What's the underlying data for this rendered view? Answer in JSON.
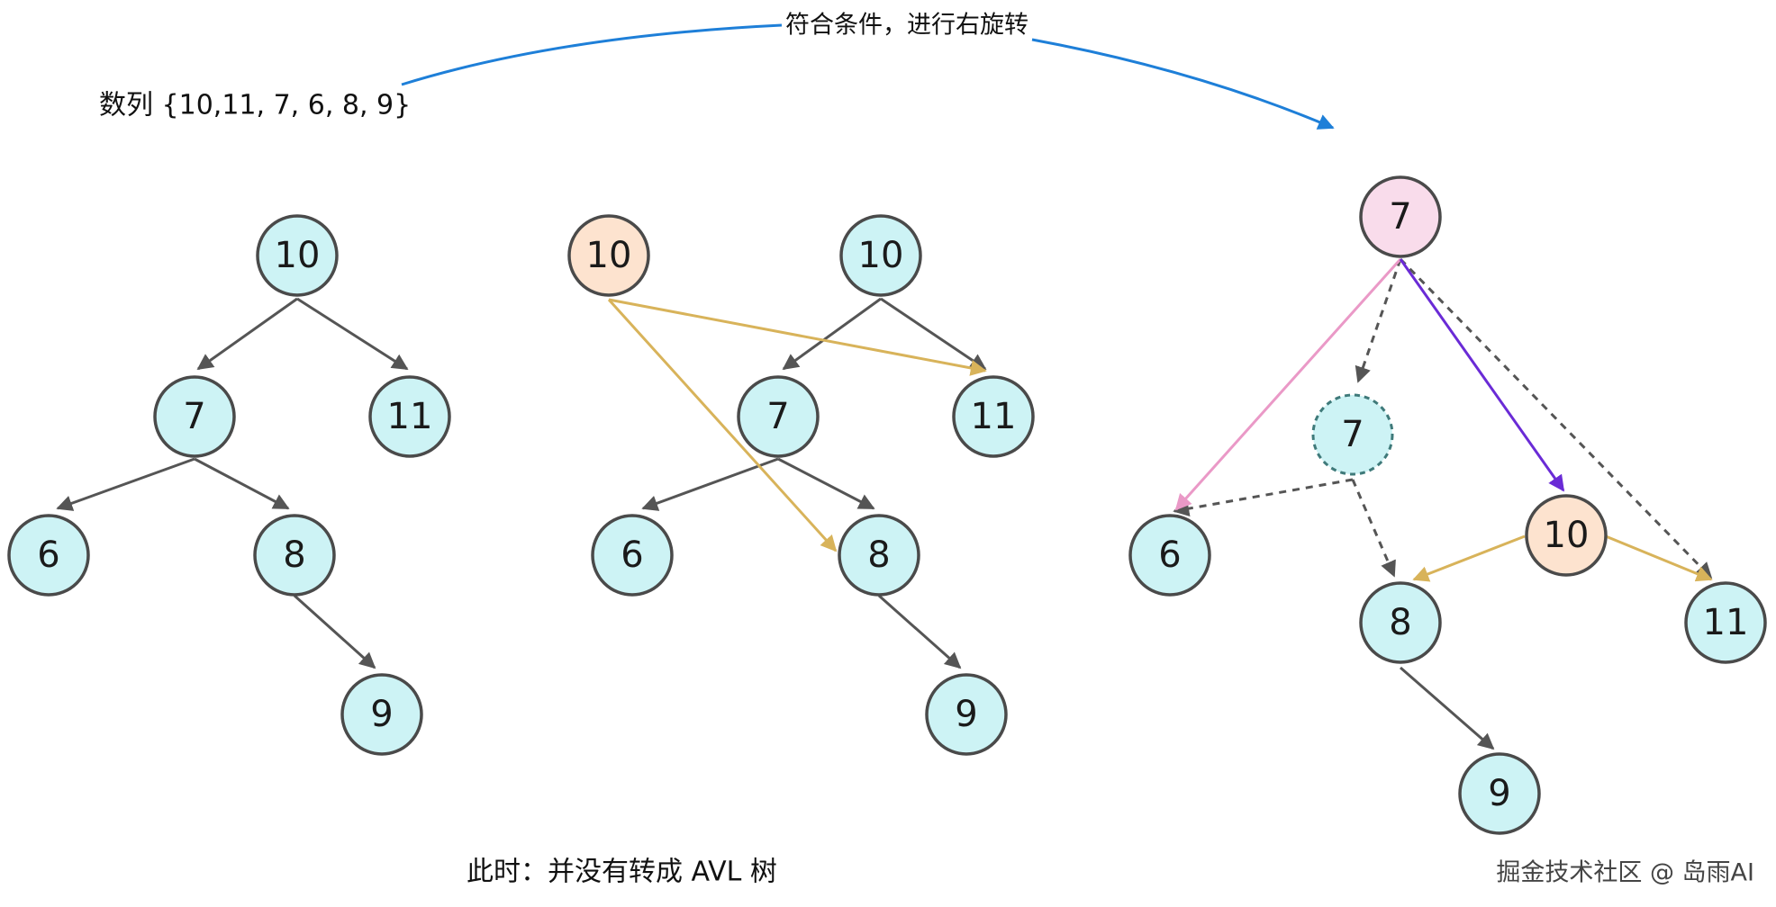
{
  "texts": {
    "sequence_label": "数列 {10,11, 7, 6, 8, 9}",
    "rotation_label": "符合条件，进行右旋转",
    "bottom_note": "此时：并没有转成 AVL 树",
    "watermark": "掘金技术社区 @ 岛雨AI"
  },
  "colors": {
    "node_fill": "#cdf3f5",
    "node_highlight_fill": "#fde3cf",
    "node_root_fill": "#f9dceb",
    "node_stroke": "#4a4a4a",
    "edge_default": "#555555",
    "edge_gold": "#d8b35a",
    "edge_pink": "#ea99c7",
    "edge_purple": "#6a2bd6",
    "arrow_blue": "#1e7fd8"
  },
  "trees": [
    {
      "id": "tree-original",
      "nodes": [
        {
          "id": "t1-n10",
          "value": "10"
        },
        {
          "id": "t1-n7",
          "value": "7"
        },
        {
          "id": "t1-n11",
          "value": "11"
        },
        {
          "id": "t1-n6",
          "value": "6"
        },
        {
          "id": "t1-n8",
          "value": "8"
        },
        {
          "id": "t1-n9",
          "value": "9"
        }
      ]
    },
    {
      "id": "tree-rotation-step",
      "nodes": [
        {
          "id": "t2-n10-moved",
          "value": "10"
        },
        {
          "id": "t2-n10",
          "value": "10"
        },
        {
          "id": "t2-n7",
          "value": "7"
        },
        {
          "id": "t2-n11",
          "value": "11"
        },
        {
          "id": "t2-n6",
          "value": "6"
        },
        {
          "id": "t2-n8",
          "value": "8"
        },
        {
          "id": "t2-n9",
          "value": "9"
        }
      ]
    },
    {
      "id": "tree-after-rotation",
      "nodes": [
        {
          "id": "t3-n7-root",
          "value": "7"
        },
        {
          "id": "t3-n7-old",
          "value": "7"
        },
        {
          "id": "t3-n6",
          "value": "6"
        },
        {
          "id": "t3-n10",
          "value": "10"
        },
        {
          "id": "t3-n8",
          "value": "8"
        },
        {
          "id": "t3-n11",
          "value": "11"
        },
        {
          "id": "t3-n9",
          "value": "9"
        }
      ]
    }
  ]
}
